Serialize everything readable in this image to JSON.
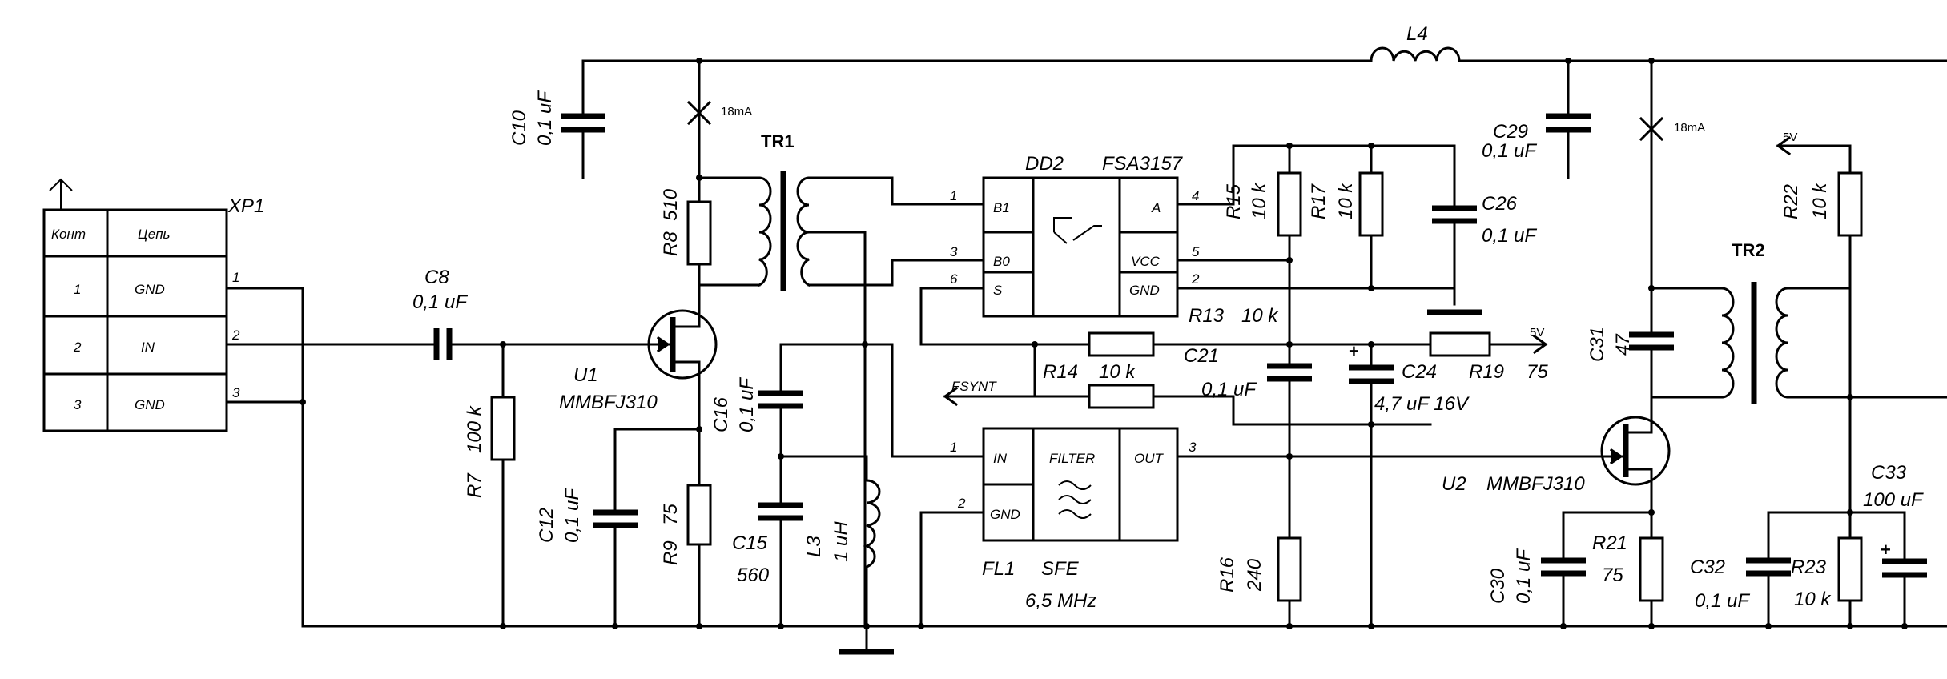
{
  "xp1": {
    "ref": "XP1",
    "header": {
      "col1": "Конт",
      "col2": "Цепь"
    },
    "rows": [
      {
        "num": "1",
        "net": "GND",
        "pin": "1"
      },
      {
        "num": "2",
        "net": "IN",
        "pin": "2"
      },
      {
        "num": "3",
        "net": "GND",
        "pin": "3"
      }
    ]
  },
  "components": {
    "c8": {
      "ref": "C8",
      "value": "0,1 uF"
    },
    "r7": {
      "ref": "R7",
      "value": "100 k"
    },
    "c12": {
      "ref": "C12",
      "value": "0,1 uF"
    },
    "c10": {
      "ref": "C10",
      "value": "0,1 uF"
    },
    "r8": {
      "ref": "R8",
      "value": "510"
    },
    "r9": {
      "ref": "R9",
      "value": "75"
    },
    "u1": {
      "ref": "U1",
      "value": "MMBFJ310"
    },
    "tr1": {
      "ref": "TR1"
    },
    "c16": {
      "ref": "C16",
      "value": "0,1 uF"
    },
    "c15": {
      "ref": "C15",
      "value": "560"
    },
    "l3": {
      "ref": "L3",
      "value": "1 uH"
    },
    "l4": {
      "ref": "L4"
    },
    "dd2": {
      "ref": "DD2",
      "part": "FSA3157",
      "pins": {
        "b1": "B1",
        "b0": "B0",
        "s": "S",
        "a": "A",
        "vcc": "VCC",
        "gnd": "GND"
      },
      "pinnums": {
        "b1": "1",
        "b0": "3",
        "s": "6",
        "a": "4",
        "vcc": "5",
        "gnd": "2"
      }
    },
    "fl1": {
      "ref": "FL1",
      "part": "SFE",
      "freq": "6,5 MHz",
      "pins": {
        "in": "IN",
        "gnd": "GND",
        "out": "OUT",
        "filter": "FILTER"
      },
      "pinnums": {
        "in": "1",
        "gnd": "2",
        "out": "3"
      }
    },
    "r15": {
      "ref": "R15",
      "value": "10 k"
    },
    "r17": {
      "ref": "R17",
      "value": "10 k"
    },
    "c26": {
      "ref": "C26",
      "value": "0,1 uF"
    },
    "r13": {
      "ref": "R13",
      "value": "10 k"
    },
    "r14": {
      "ref": "R14",
      "value": "10 k"
    },
    "c21": {
      "ref": "C21",
      "value": "0,1 uF"
    },
    "c24": {
      "ref": "C24",
      "value": "4,7 uF 16V",
      "plus": "+"
    },
    "r19": {
      "ref": "R19",
      "value": "75"
    },
    "r16": {
      "ref": "R16",
      "value": "240"
    },
    "c29": {
      "ref": "C29",
      "value": "0,1 uF"
    },
    "c31": {
      "ref": "C31",
      "value": "47"
    },
    "tr2": {
      "ref": "TR2"
    },
    "u2": {
      "ref": "U2",
      "value": "MMBFJ310"
    },
    "r21": {
      "ref": "R21",
      "value": "75"
    },
    "c30": {
      "ref": "C30",
      "value": "0,1 uF"
    },
    "r22": {
      "ref": "R22",
      "value": "10 k"
    },
    "c32": {
      "ref": "C32",
      "value": "0,1 uF"
    },
    "r23": {
      "ref": "R23",
      "value": "10 k"
    },
    "c33": {
      "ref": "C33",
      "value": "100 uF",
      "plus": "+"
    }
  },
  "nets": {
    "fsynt": "FSYNT",
    "v5_a": "5V",
    "v5_b": "5V",
    "current_a": "18mA",
    "current_b": "18mA"
  }
}
